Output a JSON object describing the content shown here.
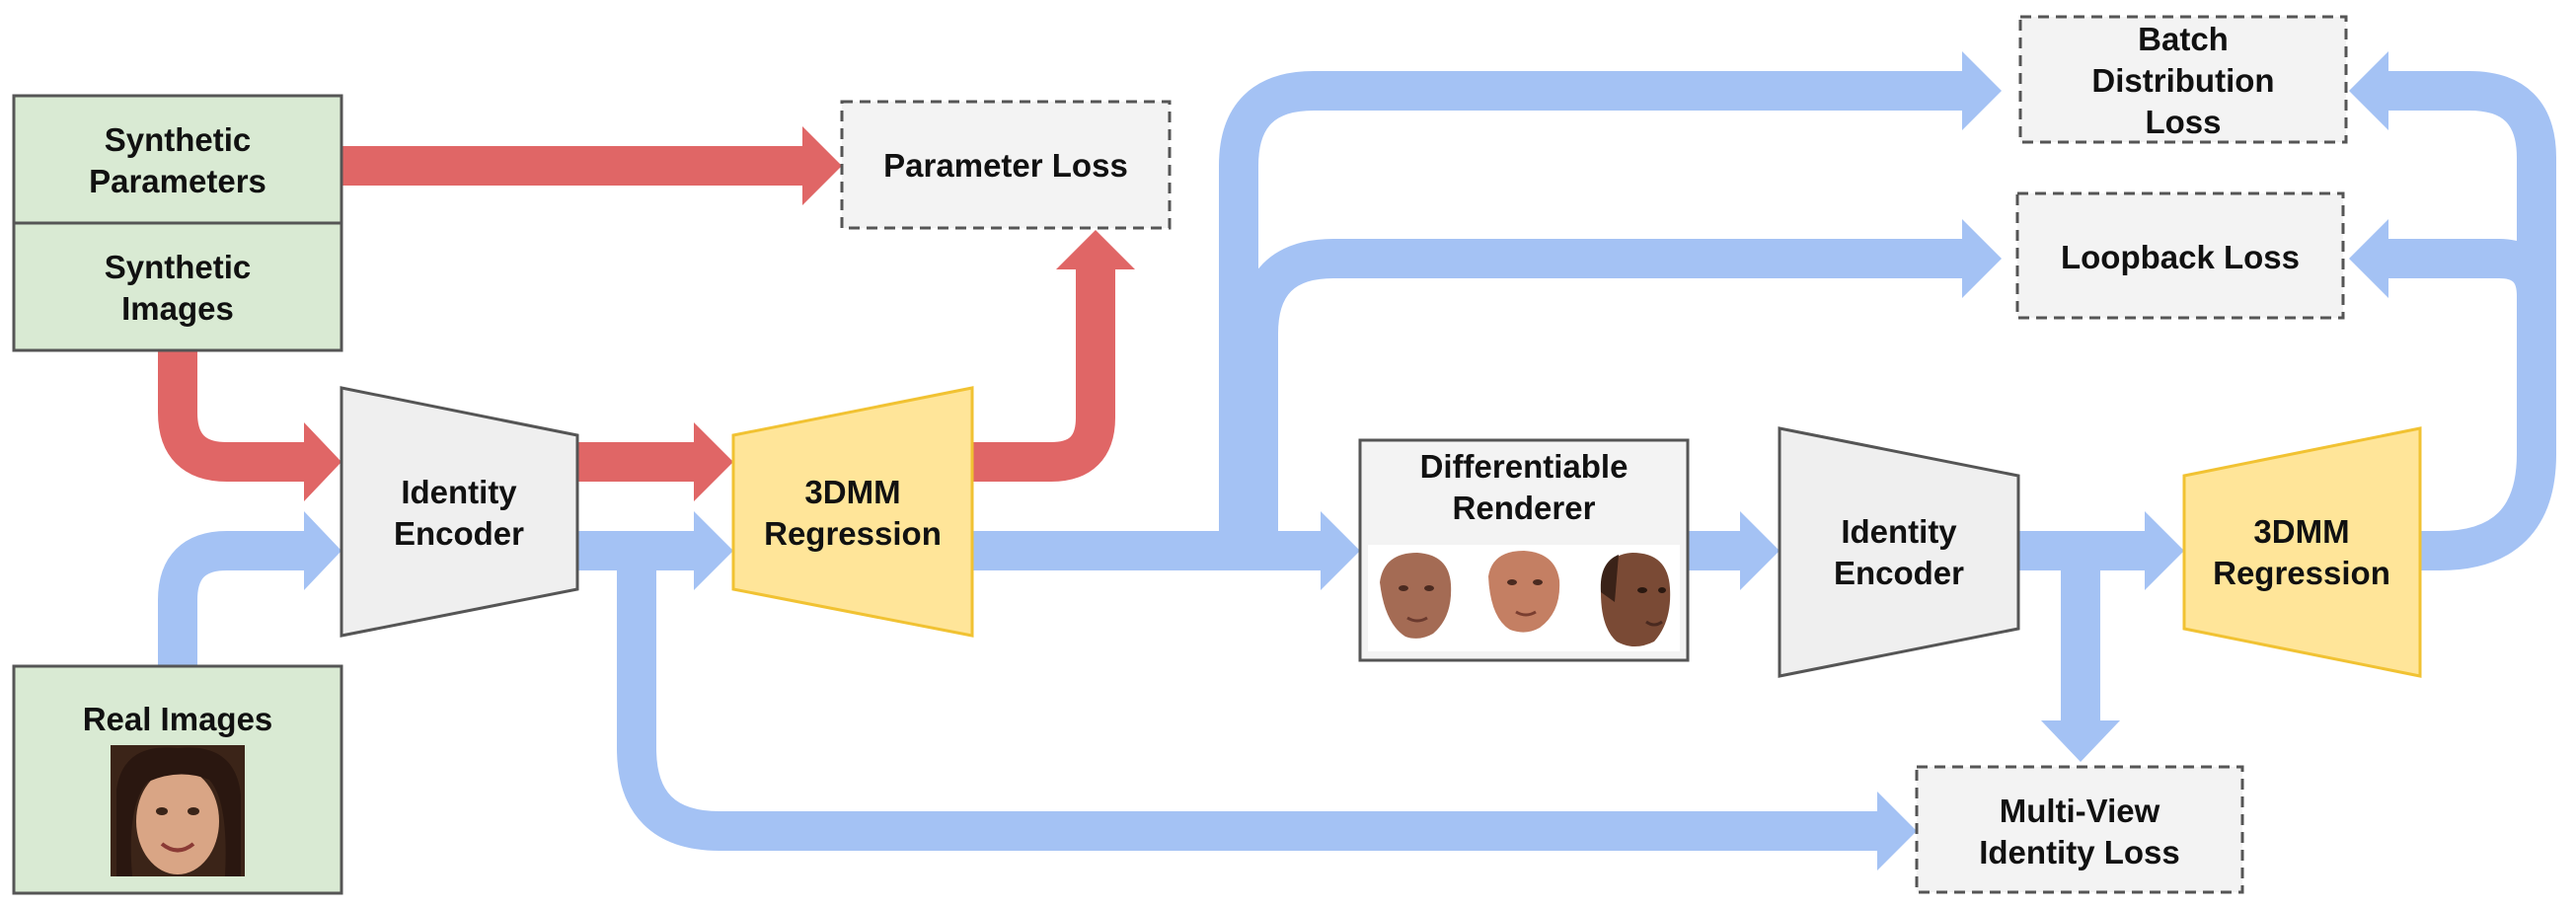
{
  "colors": {
    "synthetic_path": "#e06666",
    "real_path": "#a4c2f4",
    "input_box_fill": "#d9ead3",
    "encoder_fill": "#efefef",
    "regression_fill": "#ffe599",
    "loss_box_fill": "#f3f3f3"
  },
  "inputs": {
    "synthetic_parameters": [
      "Synthetic",
      "Parameters"
    ],
    "synthetic_images": [
      "Synthetic",
      "Images"
    ],
    "real_images": "Real Images"
  },
  "modules": {
    "identity_encoder_1": [
      "Identity",
      "Encoder"
    ],
    "regression_1": [
      "3DMM",
      "Regression"
    ],
    "renderer": [
      "Differentiable",
      "Renderer"
    ],
    "identity_encoder_2": [
      "Identity",
      "Encoder"
    ],
    "regression_2": [
      "3DMM",
      "Regression"
    ]
  },
  "losses": {
    "parameter_loss": "Parameter Loss",
    "batch_distribution_loss": [
      "Batch",
      "Distribution",
      "Loss"
    ],
    "loopback_loss": "Loopback Loss",
    "multi_view_identity_loss": [
      "Multi-View",
      "Identity Loss"
    ]
  }
}
